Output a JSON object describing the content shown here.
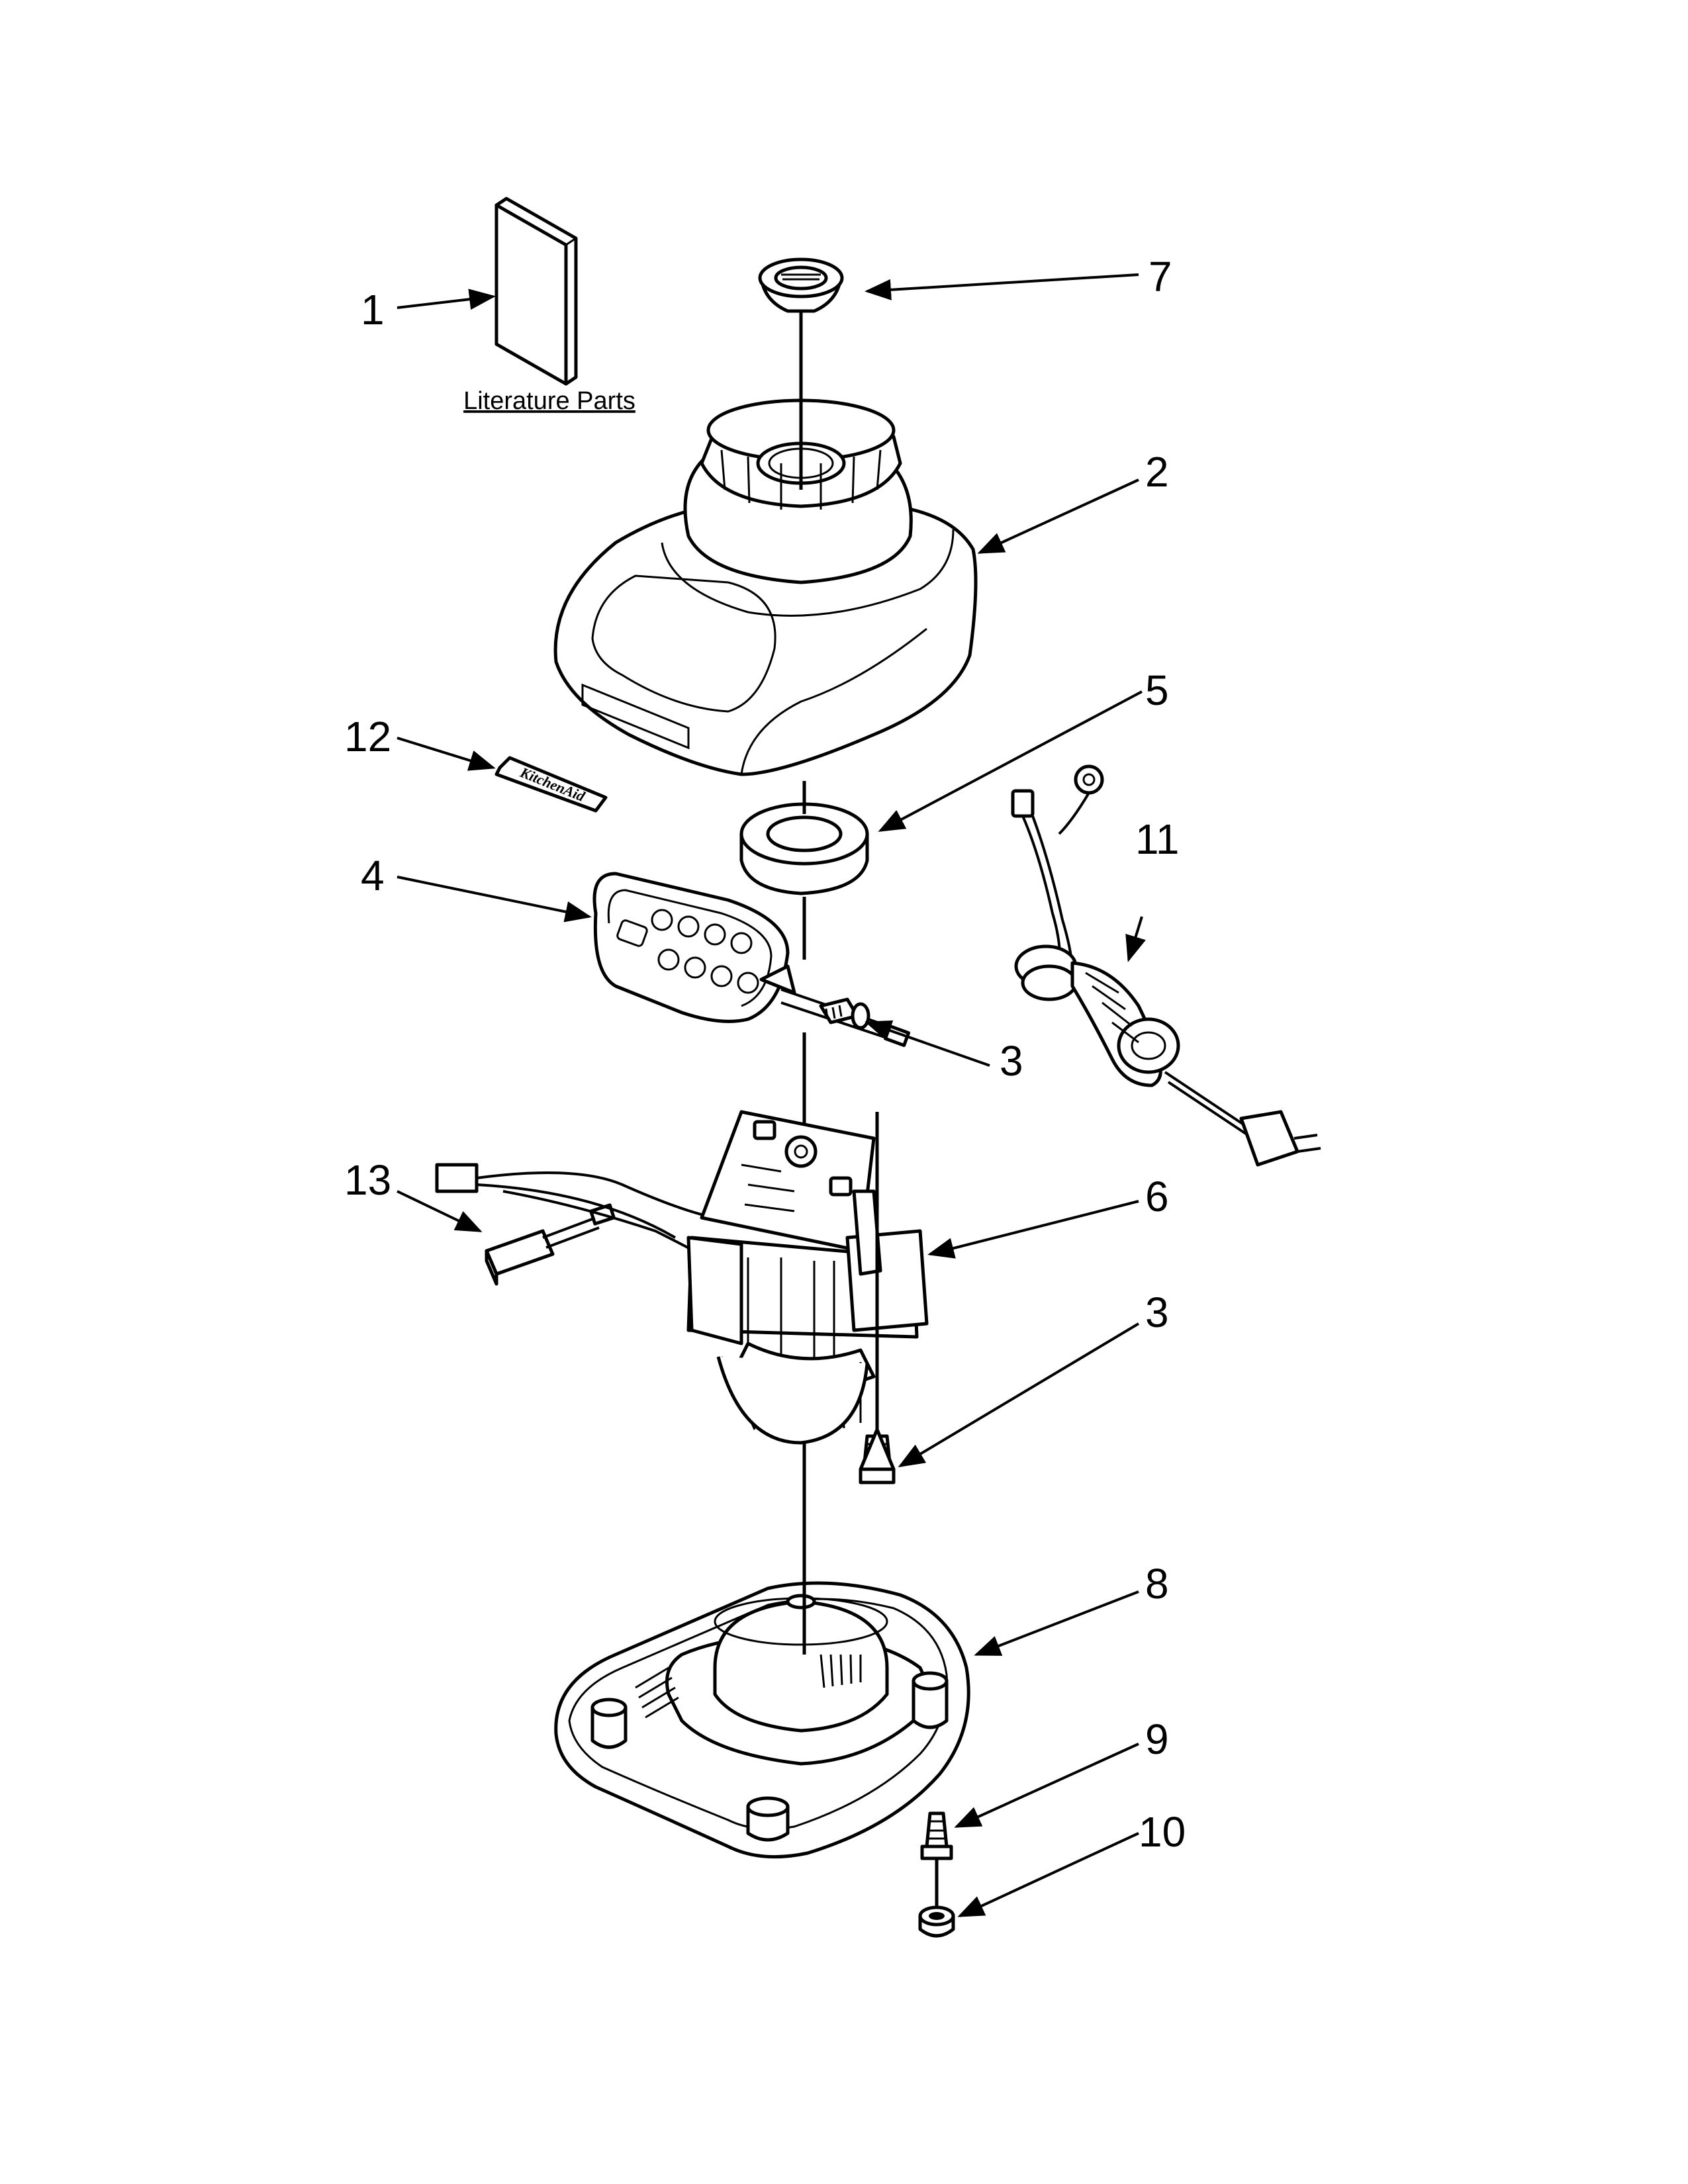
{
  "diagram": {
    "literature_label": "Literature Parts",
    "callouts": {
      "c1": "1",
      "c2": "2",
      "c3a": "3",
      "c3b": "3",
      "c4": "4",
      "c5": "5",
      "c6": "6",
      "c7": "7",
      "c8": "8",
      "c9": "9",
      "c10": "10",
      "c11": "11",
      "c12": "12",
      "c13": "13"
    },
    "badge_text": "KitchenAid"
  }
}
